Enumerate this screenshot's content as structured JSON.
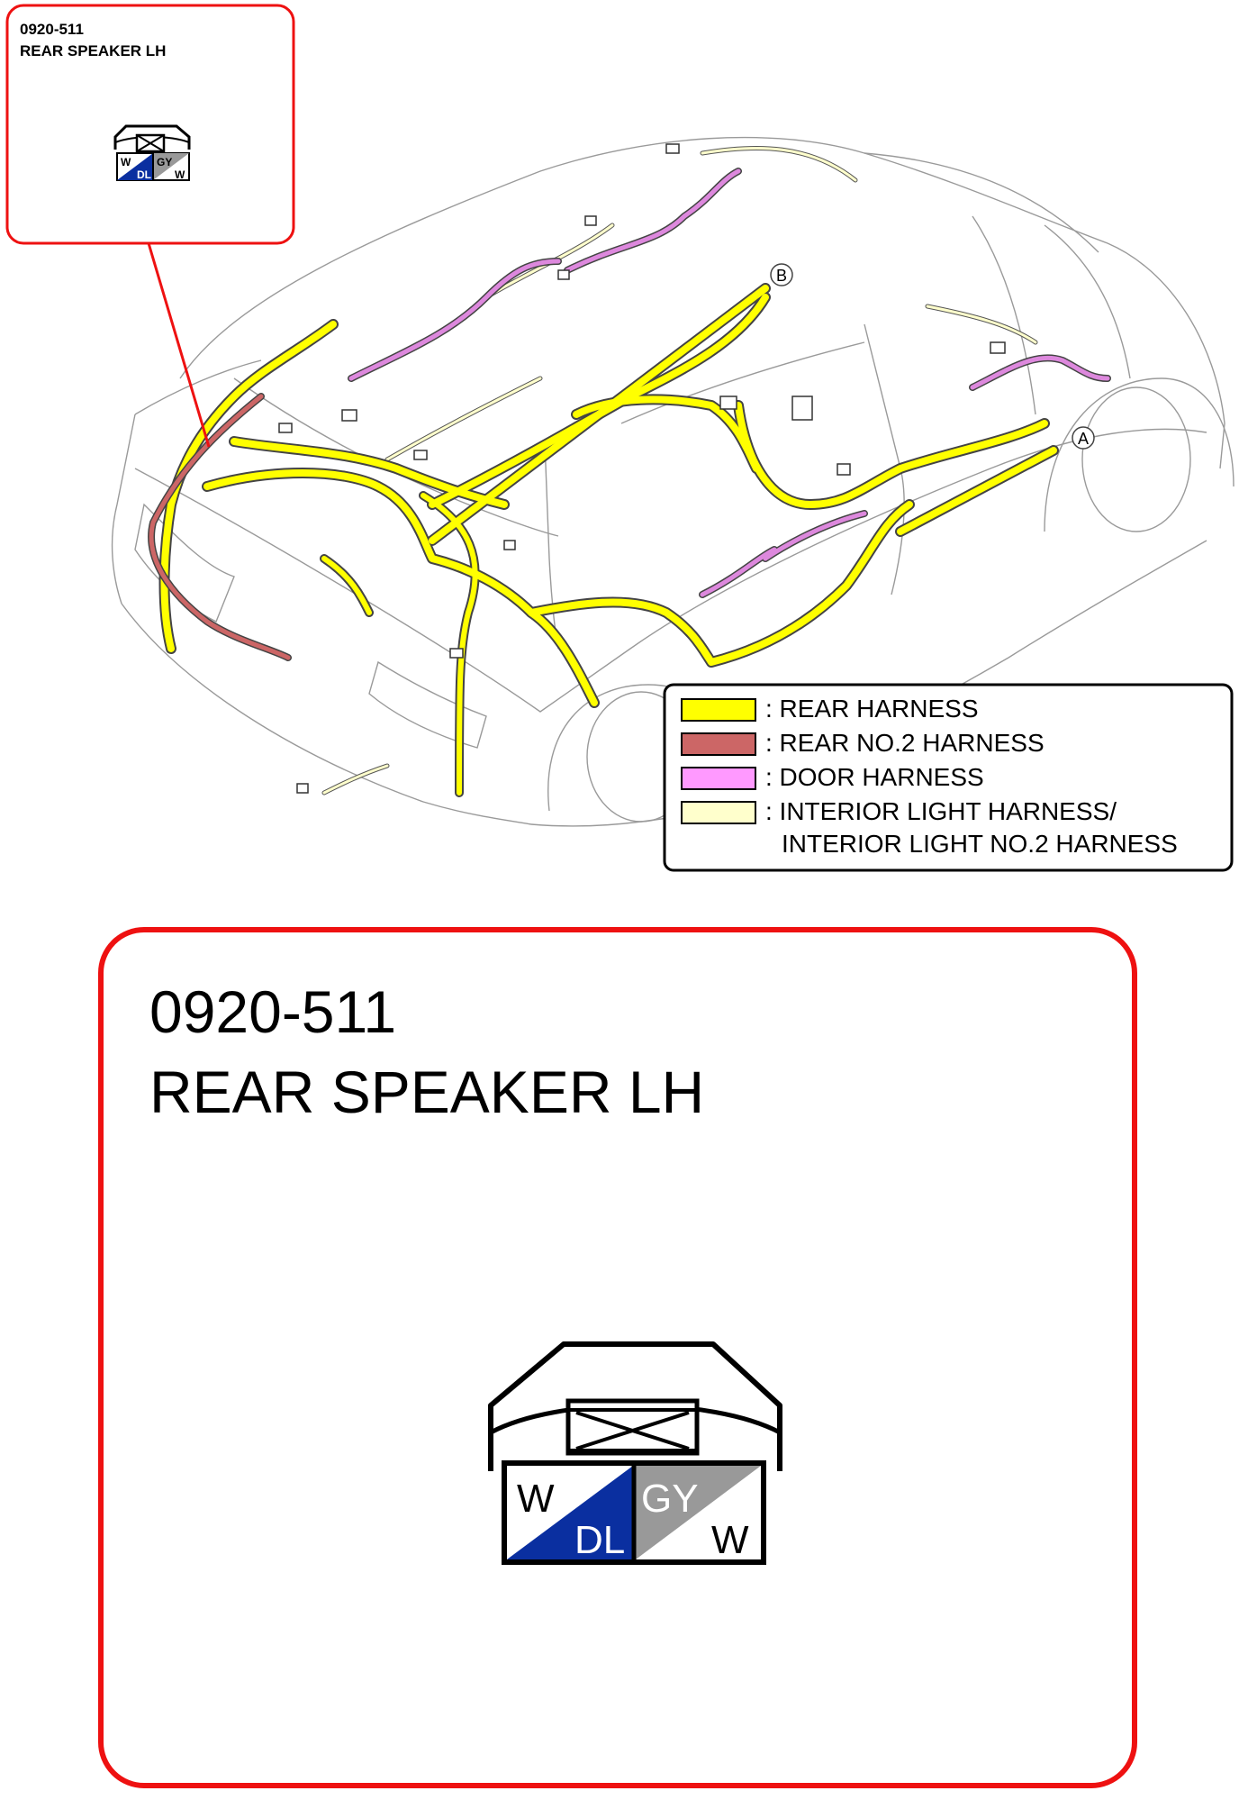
{
  "small_callout": {
    "code": "0920-511",
    "name": "REAR SPEAKER LH"
  },
  "large_callout": {
    "code": "0920-511",
    "name": "REAR SPEAKER LH"
  },
  "connector": {
    "pins": [
      {
        "top_label": "W",
        "bottom_label": "DL",
        "fill": "#0a2fa0",
        "label_color_top": "#000000",
        "label_color_bottom": "#ffffff"
      },
      {
        "top_label": "GY",
        "bottom_label": "W",
        "fill": "#999999",
        "label_color_top": "#ffffff",
        "label_color_bottom": "#000000"
      }
    ]
  },
  "markers": {
    "a": "A",
    "b": "B"
  },
  "legend": {
    "items": [
      {
        "label": ": REAR HARNESS",
        "color": "#ffff00"
      },
      {
        "label": ": REAR NO.2 HARNESS",
        "color": "#cc6666"
      },
      {
        "label": ": DOOR HARNESS",
        "color": "#ff99ff"
      },
      {
        "label": ": INTERIOR LIGHT HARNESS/",
        "color": "#ffffcc"
      }
    ],
    "continuation": "INTERIOR LIGHT NO.2 HARNESS"
  },
  "colors": {
    "callout_border": "#ee1111",
    "rear_harness": "#ffff00",
    "rear_no2_harness": "#cc6666",
    "door_harness": "#dd88dd",
    "interior_light_harness": "#ffffcc",
    "outline": "#888888"
  }
}
